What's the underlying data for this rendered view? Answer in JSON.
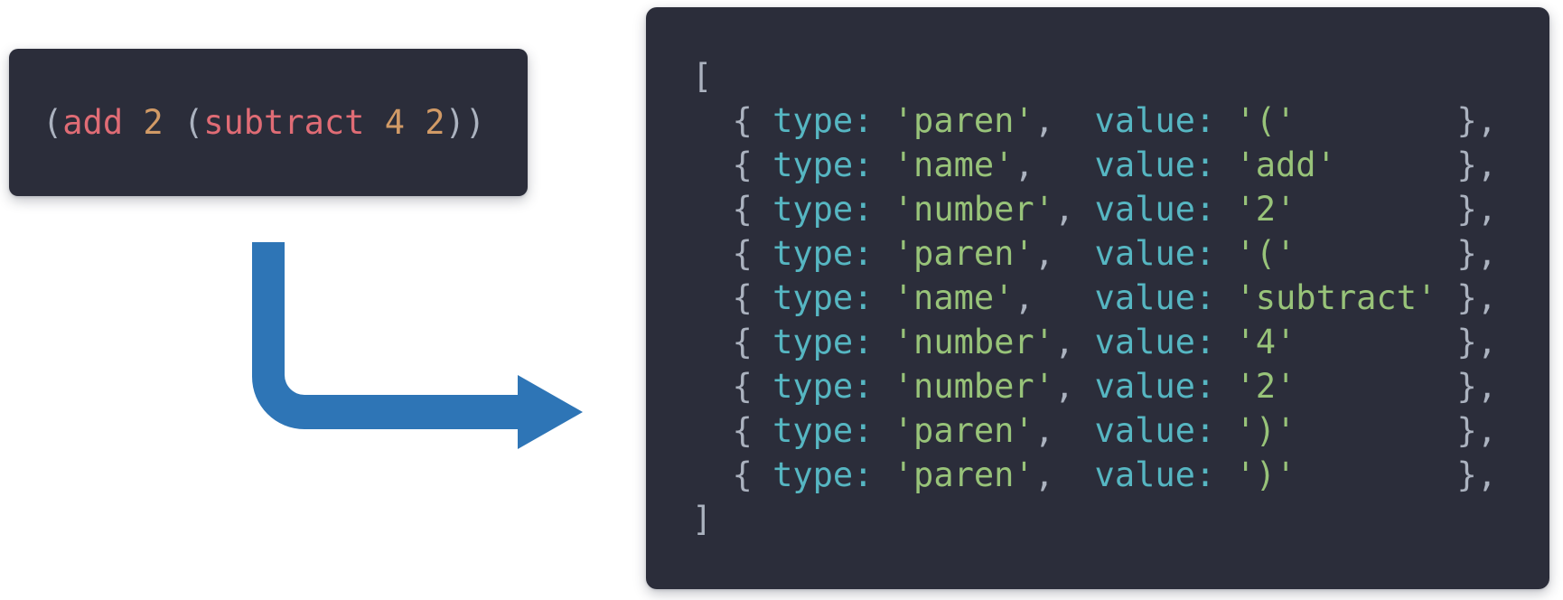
{
  "colors": {
    "page-bg": "#ffffff",
    "panel-bg": "#2b2d3a",
    "punct": "#abb2bf",
    "key": "#56b6c2",
    "string": "#98c379",
    "name": "#e06c75",
    "number": "#d19a66",
    "arrow": "#2e75b6"
  },
  "source_panel": {
    "code": "(add 2 (subtract 4 2))",
    "tokens": [
      {
        "text": "(",
        "kind": "punct"
      },
      {
        "text": "add",
        "kind": "name"
      },
      {
        "text": " ",
        "kind": "plain"
      },
      {
        "text": "2",
        "kind": "number"
      },
      {
        "text": " ",
        "kind": "plain"
      },
      {
        "text": "(",
        "kind": "punct"
      },
      {
        "text": "subtract",
        "kind": "name"
      },
      {
        "text": " ",
        "kind": "plain"
      },
      {
        "text": "4",
        "kind": "number"
      },
      {
        "text": " ",
        "kind": "plain"
      },
      {
        "text": "2",
        "kind": "number"
      },
      {
        "text": "))",
        "kind": "punct"
      }
    ]
  },
  "tokens_panel": {
    "array_open": "[",
    "array_close": "]",
    "row_open": "{",
    "row_close": "},",
    "comma": ",",
    "type_key": "type:",
    "value_key": "value:",
    "rows": [
      {
        "type": "'paren'",
        "value": "'('"
      },
      {
        "type": "'name'",
        "value": "'add'"
      },
      {
        "type": "'number'",
        "value": "'2'"
      },
      {
        "type": "'paren'",
        "value": "'('"
      },
      {
        "type": "'name'",
        "value": "'subtract'"
      },
      {
        "type": "'number'",
        "value": "'4'"
      },
      {
        "type": "'number'",
        "value": "'2'"
      },
      {
        "type": "'paren'",
        "value": "')'"
      },
      {
        "type": "'paren'",
        "value": "')'"
      }
    ]
  }
}
